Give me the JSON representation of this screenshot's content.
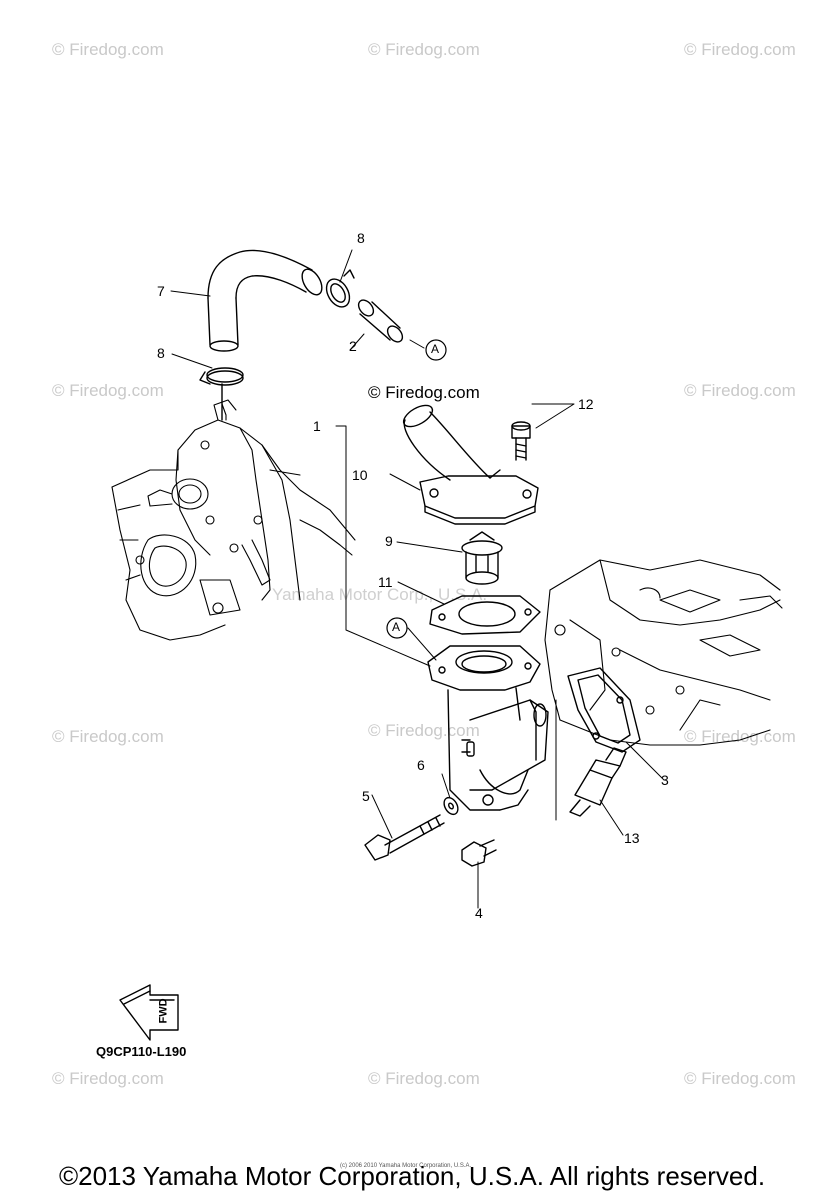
{
  "watermarks": {
    "top_left": "© Firedog.com",
    "top_center": "© Firedog.com",
    "top_right": "© Firedog.com",
    "upper_left": "© Firedog.com",
    "upper_right": "© Firedog.com",
    "center": "© Firedog.com",
    "middle_left": "© Firedog.com",
    "middle_center": "© Firedog.com",
    "middle_right": "© Firedog.com",
    "bottom_left": "© Firedog.com",
    "bottom_center": "© Firedog.com",
    "bottom_right": "© Firedog.com",
    "yamaha_overlay": "Yamaha Motor Corp., U.S.A."
  },
  "callouts": {
    "c1": "1",
    "c2": "2",
    "c3": "3",
    "c4": "4",
    "c5": "5",
    "c6": "6",
    "c7": "7",
    "c8a": "8",
    "c8b": "8",
    "c9": "9",
    "c10": "10",
    "c11": "11",
    "c12": "12",
    "c13": "13"
  },
  "connection_marks": {
    "a1": "A",
    "a2": "A"
  },
  "fwd_label": "FWD",
  "diagram_code": "Q9CP110-L190",
  "tiny_note": "(c) 2006 2010 Yamaha Motor Corporation, U.S.A.",
  "footer": "©2013 Yamaha Motor Corporation, U.S.A. All rights reserved."
}
